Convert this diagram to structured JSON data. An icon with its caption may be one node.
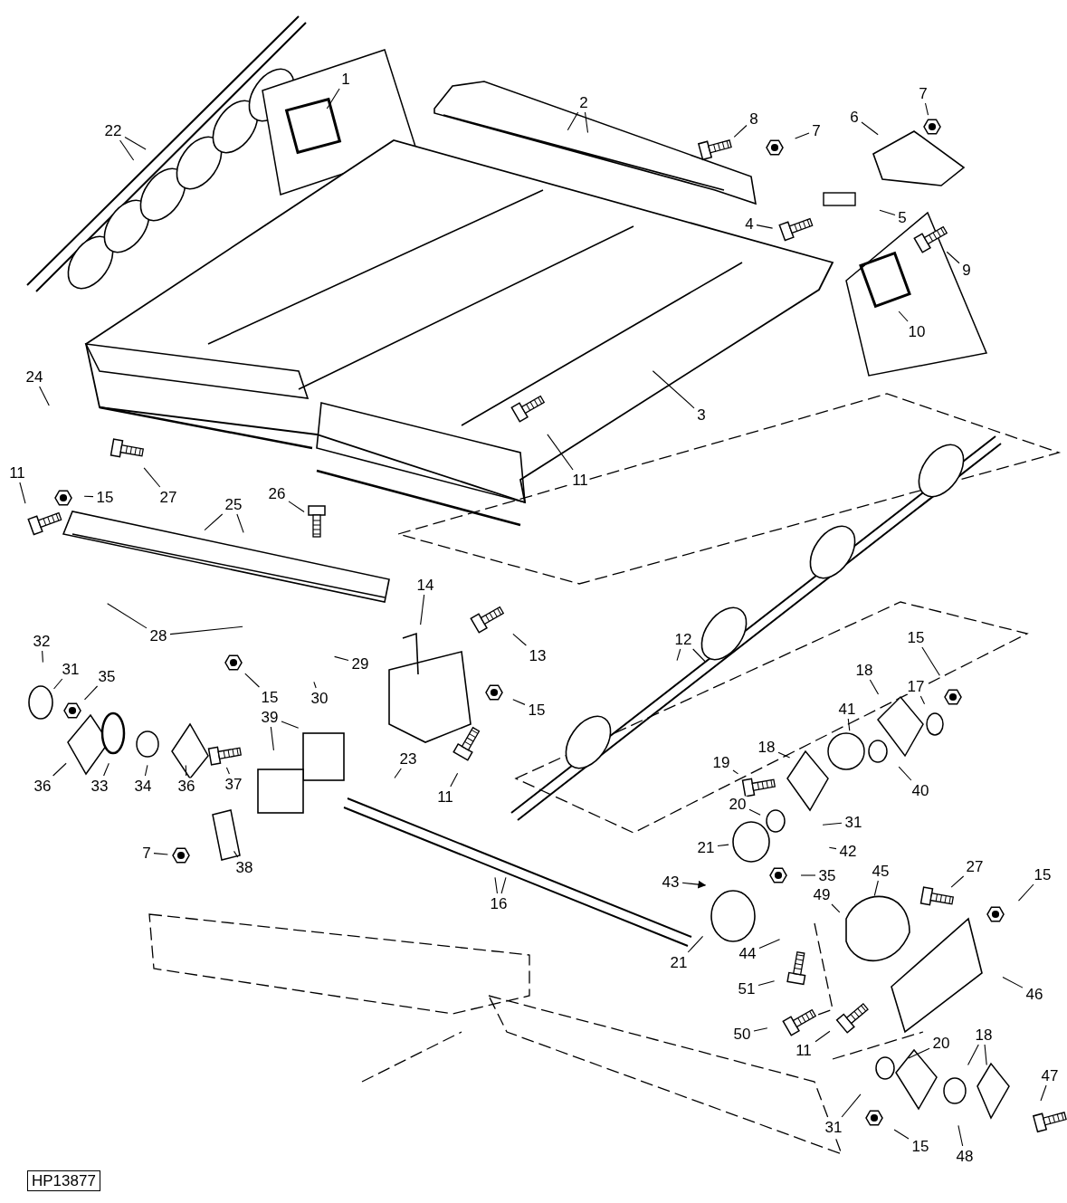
{
  "diagram": {
    "nodes": [
      {
        "text": [
          "7"
        ]
      },
      {
        "text": [
          "2"
        ]
      },
      {
        "text": [
          "1"
        ]
      },
      {
        "text": [
          "8"
        ]
      },
      {
        "text": [
          "6"
        ]
      },
      {
        "text": [
          "22"
        ]
      },
      {
        "text": [
          "7"
        ]
      },
      {
        "text": [
          "5"
        ]
      },
      {
        "text": [
          "4"
        ]
      },
      {
        "text": [
          "9"
        ]
      },
      {
        "text": [
          "10"
        ]
      },
      {
        "text": [
          "24"
        ]
      },
      {
        "text": [
          "3"
        ]
      },
      {
        "text": [
          "11"
        ]
      },
      {
        "text": [
          "11"
        ]
      },
      {
        "text": [
          "15"
        ]
      },
      {
        "text": [
          "27"
        ]
      },
      {
        "text": [
          "26"
        ]
      },
      {
        "text": [
          "25"
        ]
      },
      {
        "text": [
          "14"
        ]
      },
      {
        "text": [
          "28"
        ]
      },
      {
        "text": [
          "12"
        ]
      },
      {
        "text": [
          "15"
        ]
      },
      {
        "text": [
          "32"
        ]
      },
      {
        "text": [
          "13"
        ]
      },
      {
        "text": [
          "29"
        ]
      },
      {
        "text": [
          "31"
        ]
      },
      {
        "text": [
          "18"
        ]
      },
      {
        "text": [
          "35"
        ]
      },
      {
        "text": [
          "17"
        ]
      },
      {
        "text": [
          "15"
        ]
      },
      {
        "text": [
          "30"
        ]
      },
      {
        "text": [
          "15"
        ]
      },
      {
        "text": [
          "41"
        ]
      },
      {
        "text": [
          "39"
        ]
      },
      {
        "text": [
          "18"
        ]
      },
      {
        "text": [
          "23"
        ]
      },
      {
        "text": [
          "19"
        ]
      },
      {
        "text": [
          "37"
        ]
      },
      {
        "text": [
          "36"
        ]
      },
      {
        "text": [
          "33"
        ]
      },
      {
        "text": [
          "34"
        ]
      },
      {
        "text": [
          "36"
        ]
      },
      {
        "text": [
          "40"
        ]
      },
      {
        "text": [
          "11"
        ]
      },
      {
        "text": [
          "20"
        ]
      },
      {
        "text": [
          "31"
        ]
      },
      {
        "text": [
          "7"
        ]
      },
      {
        "text": [
          "42"
        ]
      },
      {
        "text": [
          "21"
        ]
      },
      {
        "text": [
          "38"
        ]
      },
      {
        "text": [
          "27"
        ]
      },
      {
        "text": [
          "15"
        ]
      },
      {
        "text": [
          "35"
        ]
      },
      {
        "text": [
          "45"
        ]
      },
      {
        "text": [
          "43"
        ]
      },
      {
        "text": [
          "16"
        ]
      },
      {
        "text": [
          "49"
        ]
      },
      {
        "text": [
          "21"
        ]
      },
      {
        "text": [
          "44"
        ]
      },
      {
        "text": [
          "51"
        ]
      },
      {
        "text": [
          "46"
        ]
      },
      {
        "text": [
          "50"
        ]
      },
      {
        "text": [
          "18"
        ]
      },
      {
        "text": [
          "20"
        ]
      },
      {
        "text": [
          "11"
        ]
      },
      {
        "text": [
          "47"
        ]
      },
      {
        "text": [
          "31"
        ]
      },
      {
        "text": [
          "15"
        ]
      },
      {
        "text": [
          "48"
        ]
      }
    ],
    "edges": [
      {
        "from": 0,
        "to": null,
        "arrow": "none"
      },
      {
        "from": 1,
        "to": null,
        "arrow": "none"
      },
      {
        "from": 1,
        "to": null,
        "arrow": "none"
      },
      {
        "from": 2,
        "to": null,
        "arrow": "none"
      },
      {
        "from": 3,
        "to": null,
        "arrow": "none"
      },
      {
        "from": 4,
        "to": null,
        "arrow": "none"
      },
      {
        "from": 5,
        "to": null,
        "arrow": "none"
      },
      {
        "from": 5,
        "to": null,
        "arrow": "none"
      },
      {
        "from": 6,
        "to": null,
        "arrow": "none"
      },
      {
        "from": 7,
        "to": null,
        "arrow": "none"
      },
      {
        "from": 8,
        "to": null,
        "arrow": "none"
      },
      {
        "from": 9,
        "to": null,
        "arrow": "none"
      },
      {
        "from": 10,
        "to": null,
        "arrow": "none"
      },
      {
        "from": 11,
        "to": null,
        "arrow": "none"
      },
      {
        "from": 12,
        "to": null,
        "arrow": "none"
      },
      {
        "from": 13,
        "to": null,
        "arrow": "none"
      },
      {
        "from": 14,
        "to": null,
        "arrow": "none"
      },
      {
        "from": 15,
        "to": null,
        "arrow": "none"
      },
      {
        "from": 16,
        "to": null,
        "arrow": "none"
      },
      {
        "from": 17,
        "to": null,
        "arrow": "none"
      },
      {
        "from": 18,
        "to": null,
        "arrow": "none"
      },
      {
        "from": 18,
        "to": null,
        "arrow": "none"
      },
      {
        "from": 19,
        "to": null,
        "arrow": "none"
      },
      {
        "from": 20,
        "to": null,
        "arrow": "none"
      },
      {
        "from": 20,
        "to": null,
        "arrow": "none"
      },
      {
        "from": 21,
        "to": null,
        "arrow": "none"
      },
      {
        "from": 21,
        "to": null,
        "arrow": "none"
      },
      {
        "from": 22,
        "to": null,
        "arrow": "none"
      },
      {
        "from": 23,
        "to": null,
        "arrow": "none"
      },
      {
        "from": 24,
        "to": null,
        "arrow": "none"
      },
      {
        "from": 25,
        "to": null,
        "arrow": "none"
      },
      {
        "from": 26,
        "to": null,
        "arrow": "none"
      },
      {
        "from": 27,
        "to": null,
        "arrow": "none"
      },
      {
        "from": 28,
        "to": null,
        "arrow": "none"
      },
      {
        "from": 29,
        "to": null,
        "arrow": "none"
      },
      {
        "from": 30,
        "to": null,
        "arrow": "none"
      },
      {
        "from": 31,
        "to": null,
        "arrow": "none"
      },
      {
        "from": 32,
        "to": null,
        "arrow": "none"
      },
      {
        "from": 33,
        "to": null,
        "arrow": "none"
      },
      {
        "from": 34,
        "to": null,
        "arrow": "none"
      },
      {
        "from": 34,
        "to": null,
        "arrow": "none"
      },
      {
        "from": 35,
        "to": null,
        "arrow": "none"
      },
      {
        "from": 36,
        "to": null,
        "arrow": "none"
      },
      {
        "from": 37,
        "to": null,
        "arrow": "none"
      },
      {
        "from": 38,
        "to": null,
        "arrow": "none"
      },
      {
        "from": 39,
        "to": null,
        "arrow": "none"
      },
      {
        "from": 40,
        "to": null,
        "arrow": "none"
      },
      {
        "from": 41,
        "to": null,
        "arrow": "none"
      },
      {
        "from": 42,
        "to": null,
        "arrow": "none"
      },
      {
        "from": 43,
        "to": null,
        "arrow": "none"
      },
      {
        "from": 44,
        "to": null,
        "arrow": "none"
      },
      {
        "from": 45,
        "to": null,
        "arrow": "none"
      },
      {
        "from": 46,
        "to": null,
        "arrow": "none"
      },
      {
        "from": 47,
        "to": null,
        "arrow": "none"
      },
      {
        "from": 48,
        "to": null,
        "arrow": "none"
      },
      {
        "from": 49,
        "to": null,
        "arrow": "none"
      },
      {
        "from": 50,
        "to": null,
        "arrow": "none"
      },
      {
        "from": 51,
        "to": null,
        "arrow": "none"
      },
      {
        "from": 52,
        "to": null,
        "arrow": "none"
      },
      {
        "from": 53,
        "to": null,
        "arrow": "none"
      },
      {
        "from": 54,
        "to": null,
        "arrow": "none"
      },
      {
        "from": 55,
        "to": null,
        "arrow": "to"
      },
      {
        "from": 56,
        "to": null,
        "arrow": "none"
      },
      {
        "from": 56,
        "to": null,
        "arrow": "none"
      },
      {
        "from": 57,
        "to": null,
        "arrow": "none"
      },
      {
        "from": 58,
        "to": null,
        "arrow": "none"
      },
      {
        "from": 59,
        "to": null,
        "arrow": "none"
      },
      {
        "from": 60,
        "to": null,
        "arrow": "none"
      },
      {
        "from": 61,
        "to": null,
        "arrow": "none"
      },
      {
        "from": 62,
        "to": null,
        "arrow": "none"
      },
      {
        "from": 63,
        "to": null,
        "arrow": "none"
      },
      {
        "from": 63,
        "to": null,
        "arrow": "none"
      },
      {
        "from": 64,
        "to": null,
        "arrow": "none"
      },
      {
        "from": 65,
        "to": null,
        "arrow": "none"
      },
      {
        "from": 66,
        "to": null,
        "arrow": "none"
      },
      {
        "from": 67,
        "to": null,
        "arrow": "none"
      },
      {
        "from": 68,
        "to": null,
        "arrow": "none"
      },
      {
        "from": 69,
        "to": null,
        "arrow": "none"
      }
    ],
    "labels": [
      "HP13877"
    ]
  }
}
